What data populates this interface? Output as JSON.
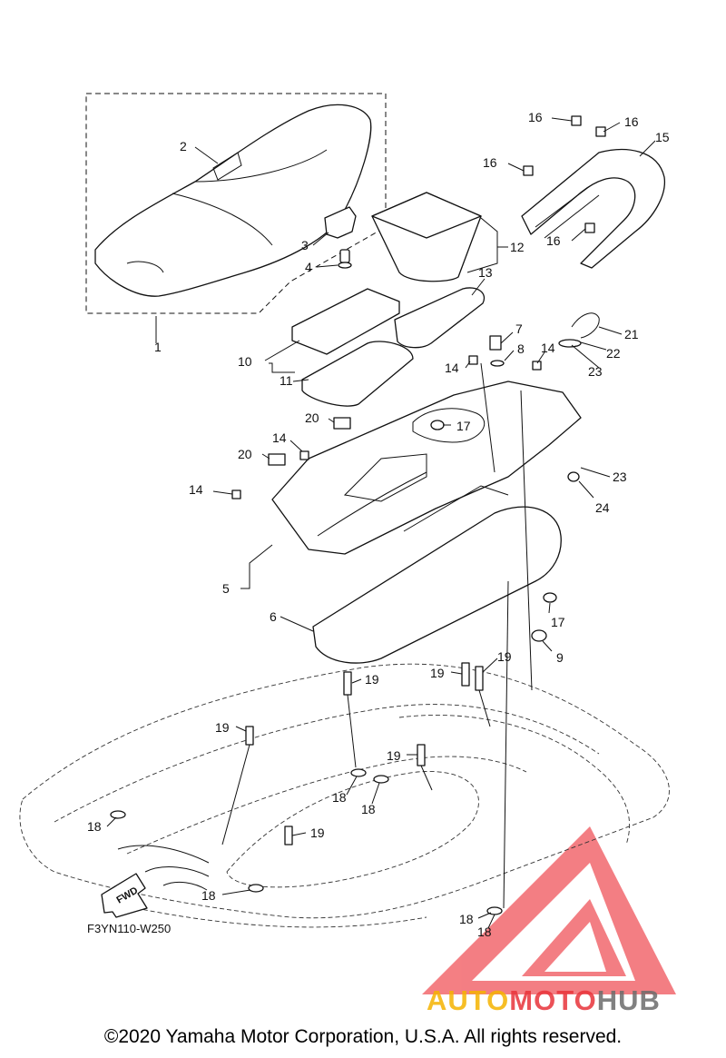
{
  "diagram": {
    "drawing_code": "F3YN110-W250",
    "fwd_label": "FWD",
    "callouts": [
      "1",
      "2",
      "3",
      "4",
      "5",
      "6",
      "7",
      "8",
      "9",
      "10",
      "11",
      "12",
      "13",
      "14",
      "15",
      "16",
      "17",
      "18",
      "19",
      "20",
      "21",
      "22",
      "23",
      "24"
    ]
  },
  "watermark": {
    "brand": "AUTOMOTOHUB",
    "brand_part1": "AUTO",
    "brand_part2": "MOTO",
    "brand_part3": "HUB",
    "color_primary": "#e8323a",
    "color_secondary": "#f5b300",
    "color_tertiary": "#6b6b6b"
  },
  "footer": {
    "copyright": "©2020 Yamaha Motor Corporation, U.S.A. All rights reserved."
  }
}
